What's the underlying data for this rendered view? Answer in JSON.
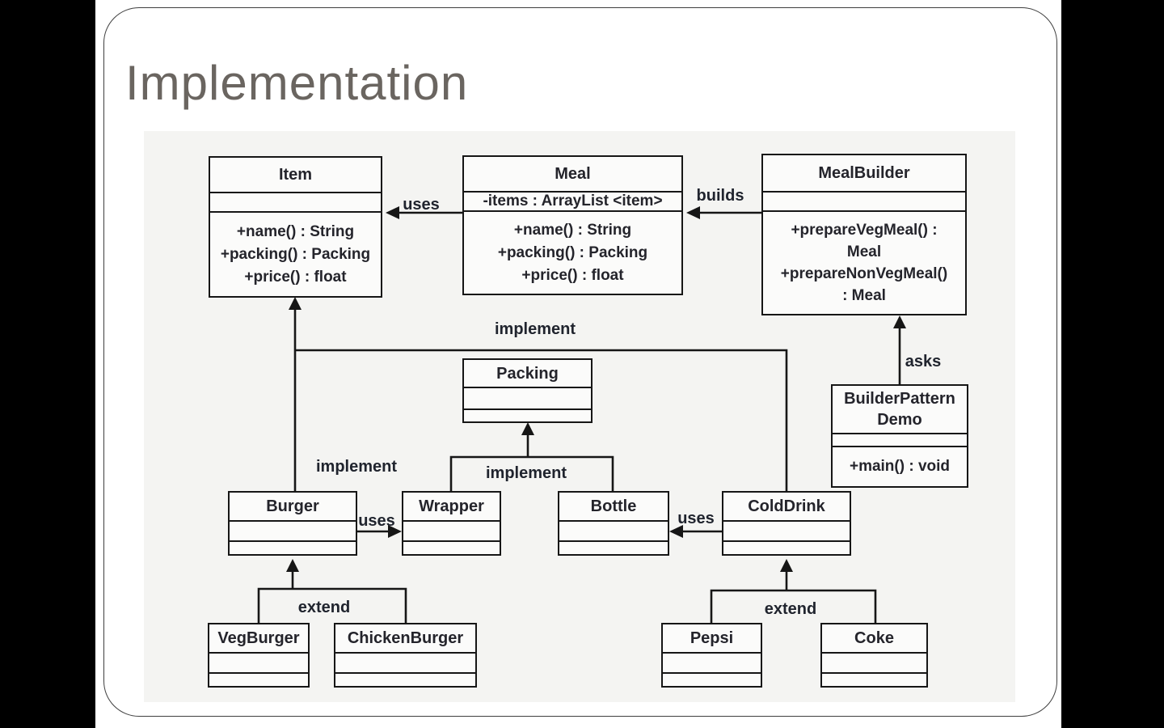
{
  "slide": {
    "title": "Implementation"
  },
  "colors": {
    "letterbox": "#000000",
    "slide_background": "#ffffff",
    "diagram_background": "#f4f4f2",
    "line": "#161616",
    "title_text": "#6a6560",
    "diagram_text": "#24242b"
  },
  "diagram": {
    "classes": {
      "item": {
        "name": "Item",
        "attributes": "",
        "methods": [
          "+name() : String",
          "+packing() : Packing",
          "+price() : float"
        ]
      },
      "meal": {
        "name": "Meal",
        "attributes": "-items : ArrayList <item>",
        "methods": [
          "+name() : String",
          "+packing() : Packing",
          "+price() : float"
        ]
      },
      "meal_builder": {
        "name": "MealBuilder",
        "attributes": "",
        "methods": [
          "+prepareVegMeal() :\nMeal",
          "+prepareNonVegMeal()\n: Meal"
        ]
      },
      "packing": {
        "name": "Packing",
        "attributes": "",
        "methods": []
      },
      "builder_pattern_demo": {
        "name": "BuilderPattern\nDemo",
        "attributes": "",
        "methods": [
          "+main() : void"
        ]
      },
      "burger": {
        "name": "Burger",
        "attributes": "",
        "methods": []
      },
      "wrapper": {
        "name": "Wrapper",
        "attributes": "",
        "methods": []
      },
      "bottle": {
        "name": "Bottle",
        "attributes": "",
        "methods": []
      },
      "cold_drink": {
        "name": "ColdDrink",
        "attributes": "",
        "methods": []
      },
      "veg_burger": {
        "name": "VegBurger",
        "attributes": "",
        "methods": []
      },
      "chicken_burger": {
        "name": "ChickenBurger",
        "attributes": "",
        "methods": []
      },
      "pepsi": {
        "name": "Pepsi",
        "attributes": "",
        "methods": []
      },
      "coke": {
        "name": "Coke",
        "attributes": "",
        "methods": []
      }
    },
    "relationships": {
      "meal_uses_item": "uses",
      "builder_builds_meal": "builds",
      "implement_item": "implement",
      "implement_burger": "implement",
      "implement_packing": "implement",
      "demo_asks_builder": "asks",
      "burger_uses_wrapper": "uses",
      "colddrink_uses_bottle": "uses",
      "extend_burgers": "extend",
      "extend_drinks": "extend"
    }
  }
}
